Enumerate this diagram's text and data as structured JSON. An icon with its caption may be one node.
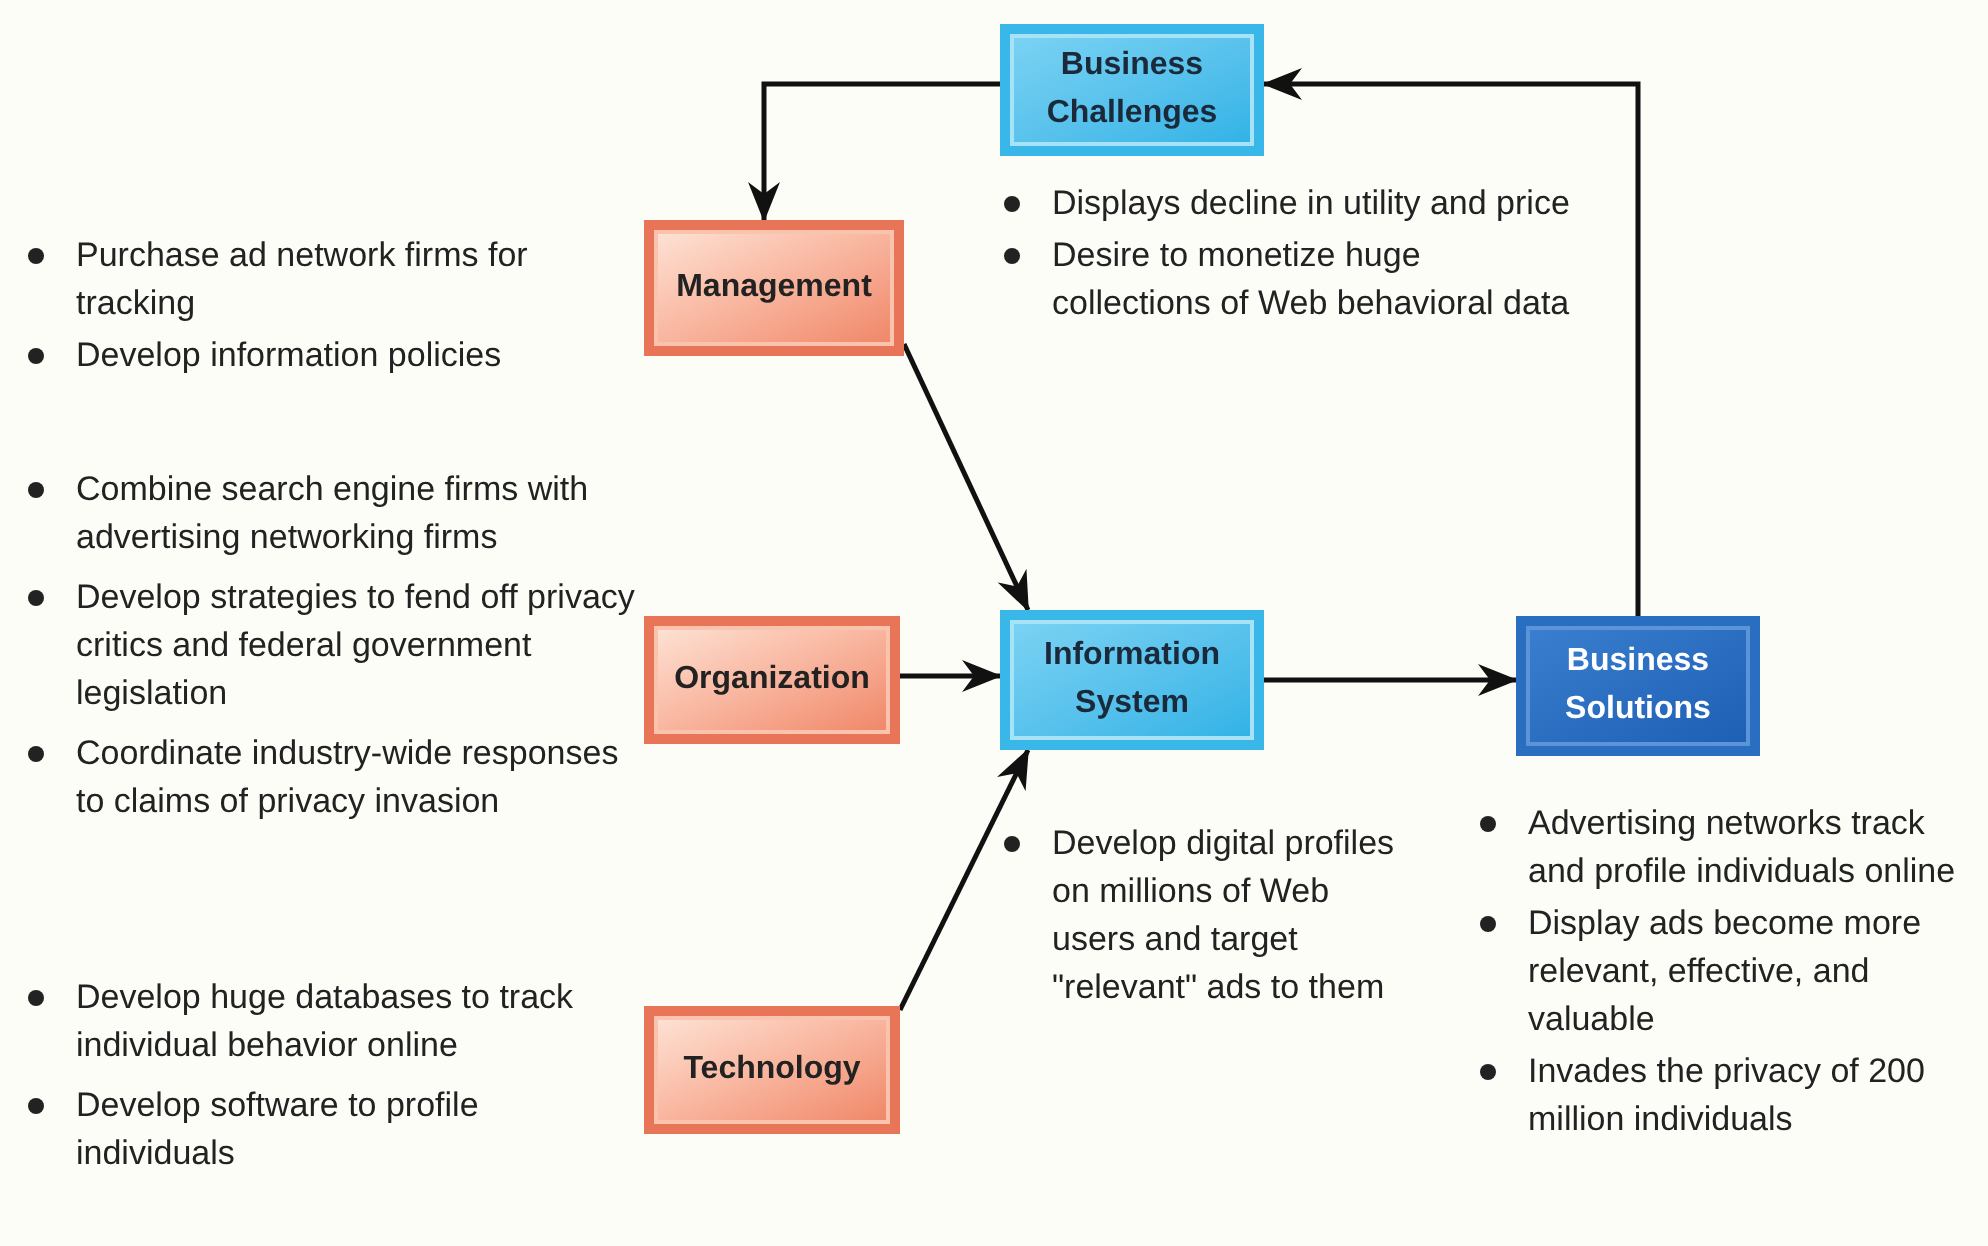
{
  "diagram": {
    "nodes": [
      {
        "text": [
          "Business Challenges"
        ],
        "beside": [
          "Displays decline in utility and price",
          "Desire to monetize huge collections of Web behavioral data"
        ]
      },
      {
        "text": [
          "Management"
        ],
        "beside": [
          "Purchase ad network firms for tracking",
          "Develop information policies"
        ]
      },
      {
        "text": [
          "Organization"
        ],
        "beside": [
          "Combine search engine firms with advertising networking firms",
          "Develop strategies to fend off privacy critics and federal government legislation",
          "Coordinate industry-wide responses to claims of privacy invasion"
        ]
      },
      {
        "text": [
          "Information System"
        ],
        "beside": [
          "Develop digital profiles on millions of Web users and target \"relevant\" ads to them"
        ]
      },
      {
        "text": [
          "Technology"
        ],
        "beside": [
          "Develop huge databases to track individual behavior online",
          "Develop software to profile individuals"
        ]
      },
      {
        "text": [
          "Business Solutions"
        ],
        "beside": [
          "Advertising networks track and profile individuals online",
          "Display ads become more relevant, effective, and valuable",
          "Invades the privacy of 200 million individuals"
        ]
      }
    ],
    "edges": [
      {
        "from": 5,
        "to": 0,
        "arrow": "to"
      },
      {
        "from": 0,
        "to": 1,
        "arrow": "to"
      },
      {
        "from": 1,
        "to": 3,
        "arrow": "to"
      },
      {
        "from": 2,
        "to": 3,
        "arrow": "to"
      },
      {
        "from": 4,
        "to": 3,
        "arrow": "to"
      },
      {
        "from": 3,
        "to": 5,
        "arrow": "to"
      }
    ]
  }
}
